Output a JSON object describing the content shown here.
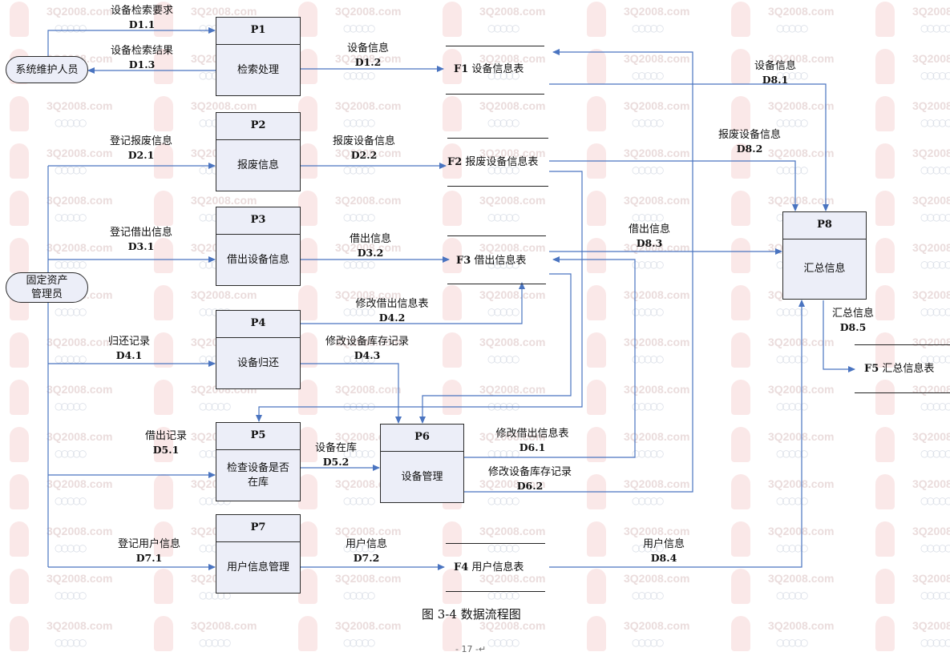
{
  "entities": [
    {
      "label": "系统维护人员"
    },
    {
      "label": "固定资产\n管理员"
    }
  ],
  "processes": [
    {
      "id": "P1",
      "name": "检索处理"
    },
    {
      "id": "P2",
      "name": "报废信息"
    },
    {
      "id": "P3",
      "name": "借出设备信息"
    },
    {
      "id": "P4",
      "name": "设备归还"
    },
    {
      "id": "P5",
      "name": "检查设备是否\n在库"
    },
    {
      "id": "P6",
      "name": "设备管理"
    },
    {
      "id": "P7",
      "name": "用户信息管理"
    },
    {
      "id": "P8",
      "name": "汇总信息"
    }
  ],
  "stores": [
    {
      "id": "F1",
      "name": "设备信息表"
    },
    {
      "id": "F2",
      "name": "报废设备信息表"
    },
    {
      "id": "F3",
      "name": "借出信息表"
    },
    {
      "id": "F4",
      "name": "用户信息表"
    },
    {
      "id": "F5",
      "name": "汇总信息表"
    }
  ],
  "flows": [
    {
      "name": "设备检索要求",
      "code": "D1.1"
    },
    {
      "name": "设备检索结果",
      "code": "D1.3"
    },
    {
      "name": "设备信息",
      "code": "D1.2"
    },
    {
      "name": "登记报废信息",
      "code": "D2.1"
    },
    {
      "name": "报废设备信息",
      "code": "D2.2"
    },
    {
      "name": "登记借出信息",
      "code": "D3.1"
    },
    {
      "name": "借出信息",
      "code": "D3.2"
    },
    {
      "name": "修改借出信息表",
      "code": "D4.2"
    },
    {
      "name": "归还记录",
      "code": "D4.1"
    },
    {
      "name": "修改设备库存记录",
      "code": "D4.3"
    },
    {
      "name": "借出记录",
      "code": "D5.1"
    },
    {
      "name": "设备在库",
      "code": "D5.2"
    },
    {
      "name": "修改借出信息表",
      "code": "D6.1"
    },
    {
      "name": "修改设备库存记录",
      "code": "D6.2"
    },
    {
      "name": "登记用户信息",
      "code": "D7.1"
    },
    {
      "name": "用户信息",
      "code": "D7.2"
    },
    {
      "name": "设备信息",
      "code": "D8.1"
    },
    {
      "name": "报废设备信息",
      "code": "D8.2"
    },
    {
      "name": "借出信息",
      "code": "D8.3"
    },
    {
      "name": "用户信息",
      "code": "D8.4"
    },
    {
      "name": "汇总信息",
      "code": "D8.5"
    }
  ],
  "caption": "图 3-4  数据流程图",
  "page_number": "- 17 -↵",
  "watermark": {
    "text": "3Q2008.com",
    "color": "#eadcdc"
  }
}
